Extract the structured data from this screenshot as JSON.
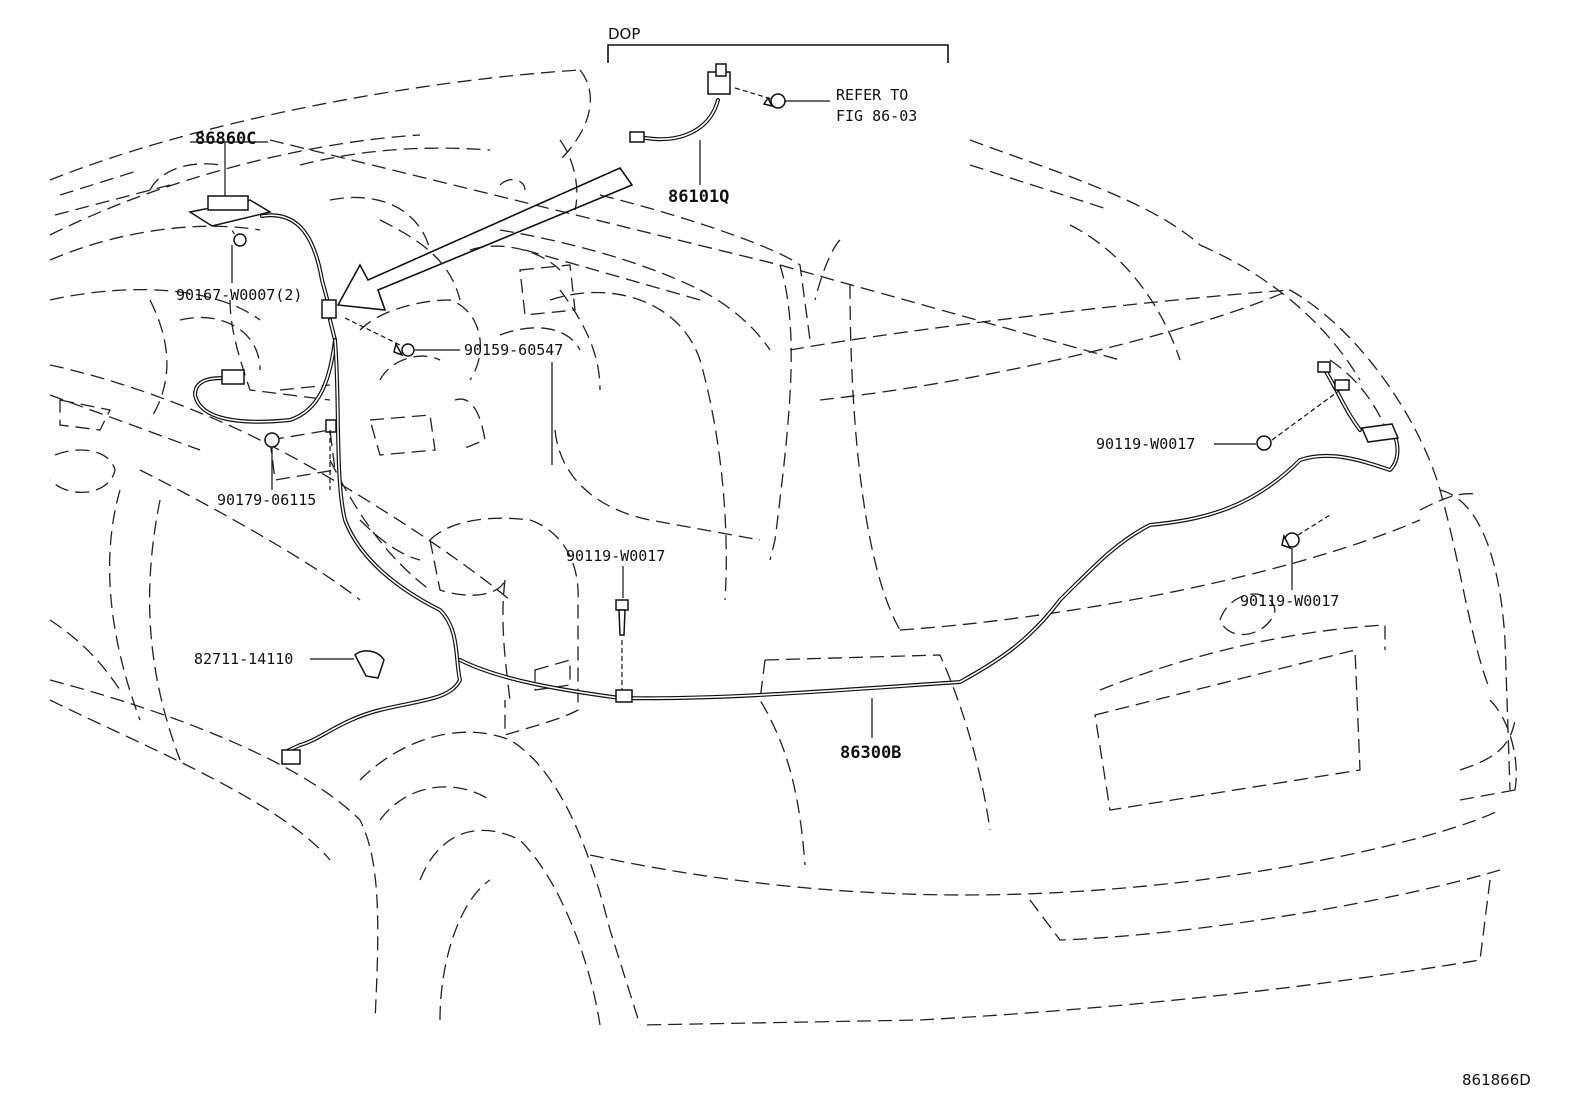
{
  "labels": {
    "dop": "DOP",
    "refer_to": "REFER TO",
    "fig_ref": "FIG 86-03",
    "p86101q": "86101Q",
    "p86860c": "86860C",
    "p90167": "90167-W0007(2)",
    "p90159": "90159-60547",
    "p90179": "90179-06115",
    "p90119_center": "90119-W0017",
    "p82711": "82711-14110",
    "p86300b": "86300B",
    "p90119_right_upper": "90119-W0017",
    "p90119_right_lower": "90119-W0017",
    "diagram_id": "861866D"
  }
}
